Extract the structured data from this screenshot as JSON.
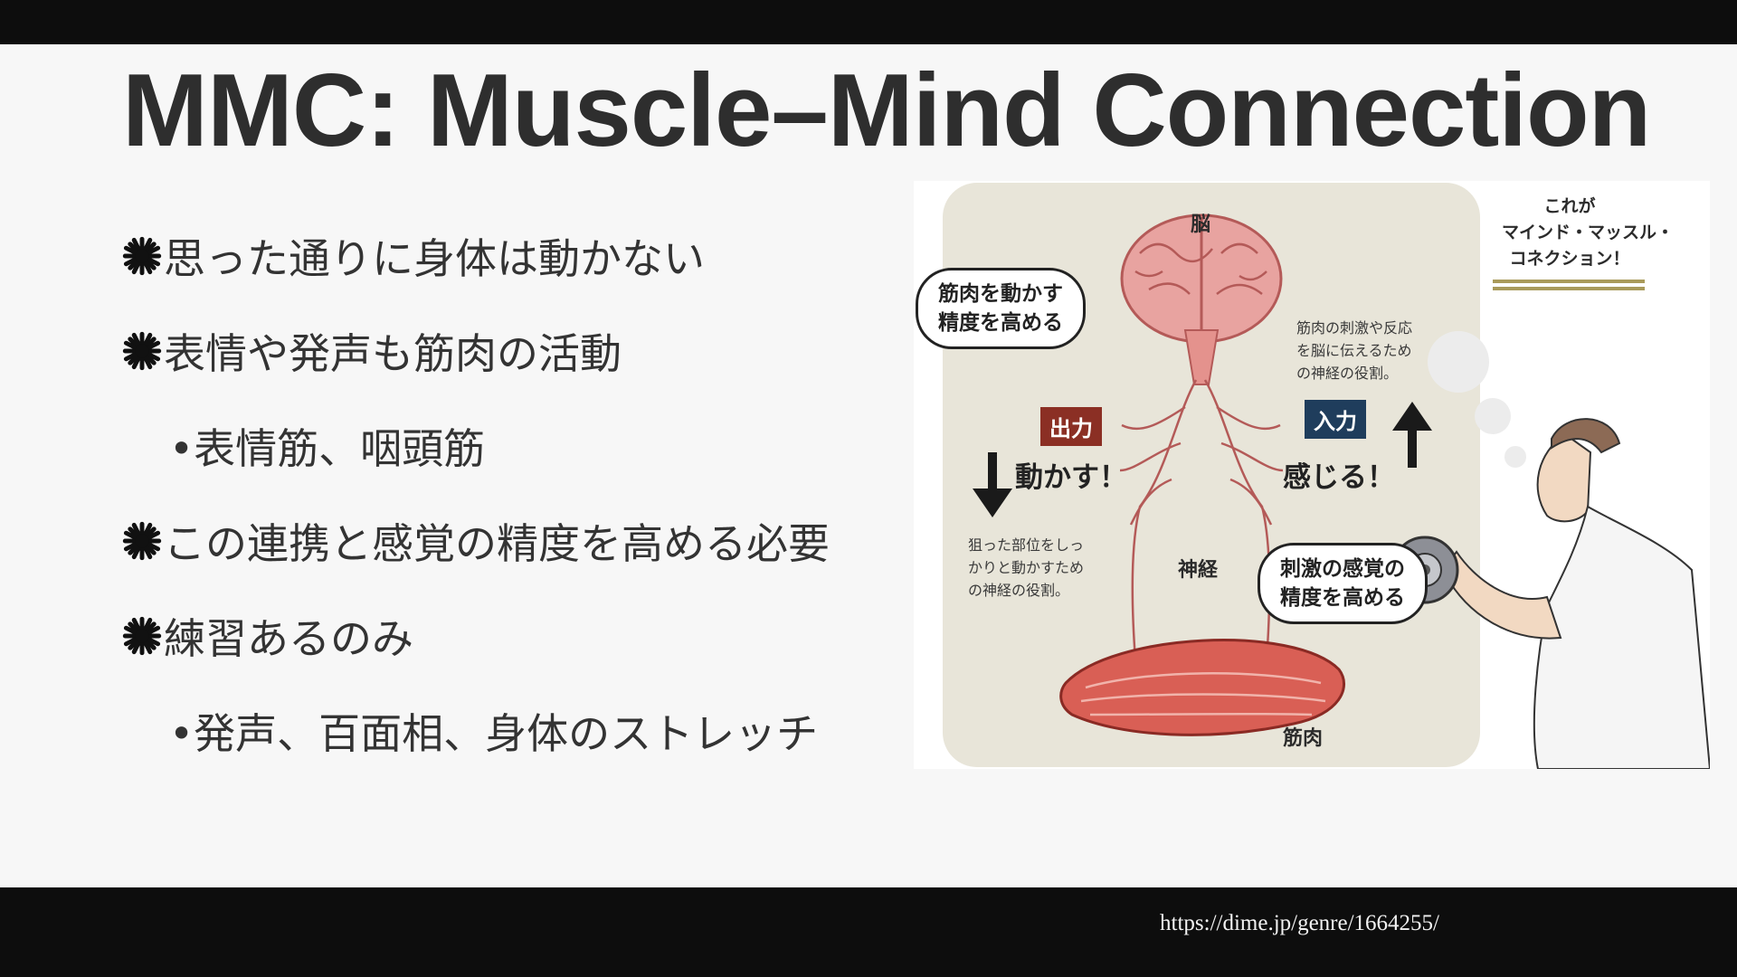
{
  "title": "MMC: Muscle–Mind Connection",
  "bullets": [
    {
      "text": "思った通りに身体は動かない"
    },
    {
      "text": "表情や発声も筋肉の活動"
    },
    {
      "sub": "•表情筋、咽頭筋"
    },
    {
      "text": "この連携と感覚の精度を高める必要"
    },
    {
      "text": "練習あるのみ"
    },
    {
      "sub": "•発声、百面相、身体のストレッチ"
    }
  ],
  "source": "https://dime.jp/genre/1664255/",
  "figure": {
    "brain_label": "脳",
    "nerve_label": "神経",
    "muscle_label": "筋肉",
    "bubble_output": [
      "筋肉を動かす",
      "精度を高める"
    ],
    "bubble_input": [
      "刺激の感覚の",
      "精度を高める"
    ],
    "output_tag": "出力",
    "input_tag": "入力",
    "output_verb": "動かす！",
    "input_verb": "感じる！",
    "note_input": [
      "筋肉の刺激や反応",
      "を脳に伝えるため",
      "の神経の役割。"
    ],
    "note_output": [
      "狙った部位をしっ",
      "かりと動かすため",
      "の神経の役割。"
    ],
    "thought": [
      "これが",
      "マインド・マッスル・",
      "コネクション！"
    ],
    "colors": {
      "output_tag": "#8b2f24",
      "input_tag": "#1f3d5c",
      "gold_rule": "#a99a5a"
    }
  }
}
